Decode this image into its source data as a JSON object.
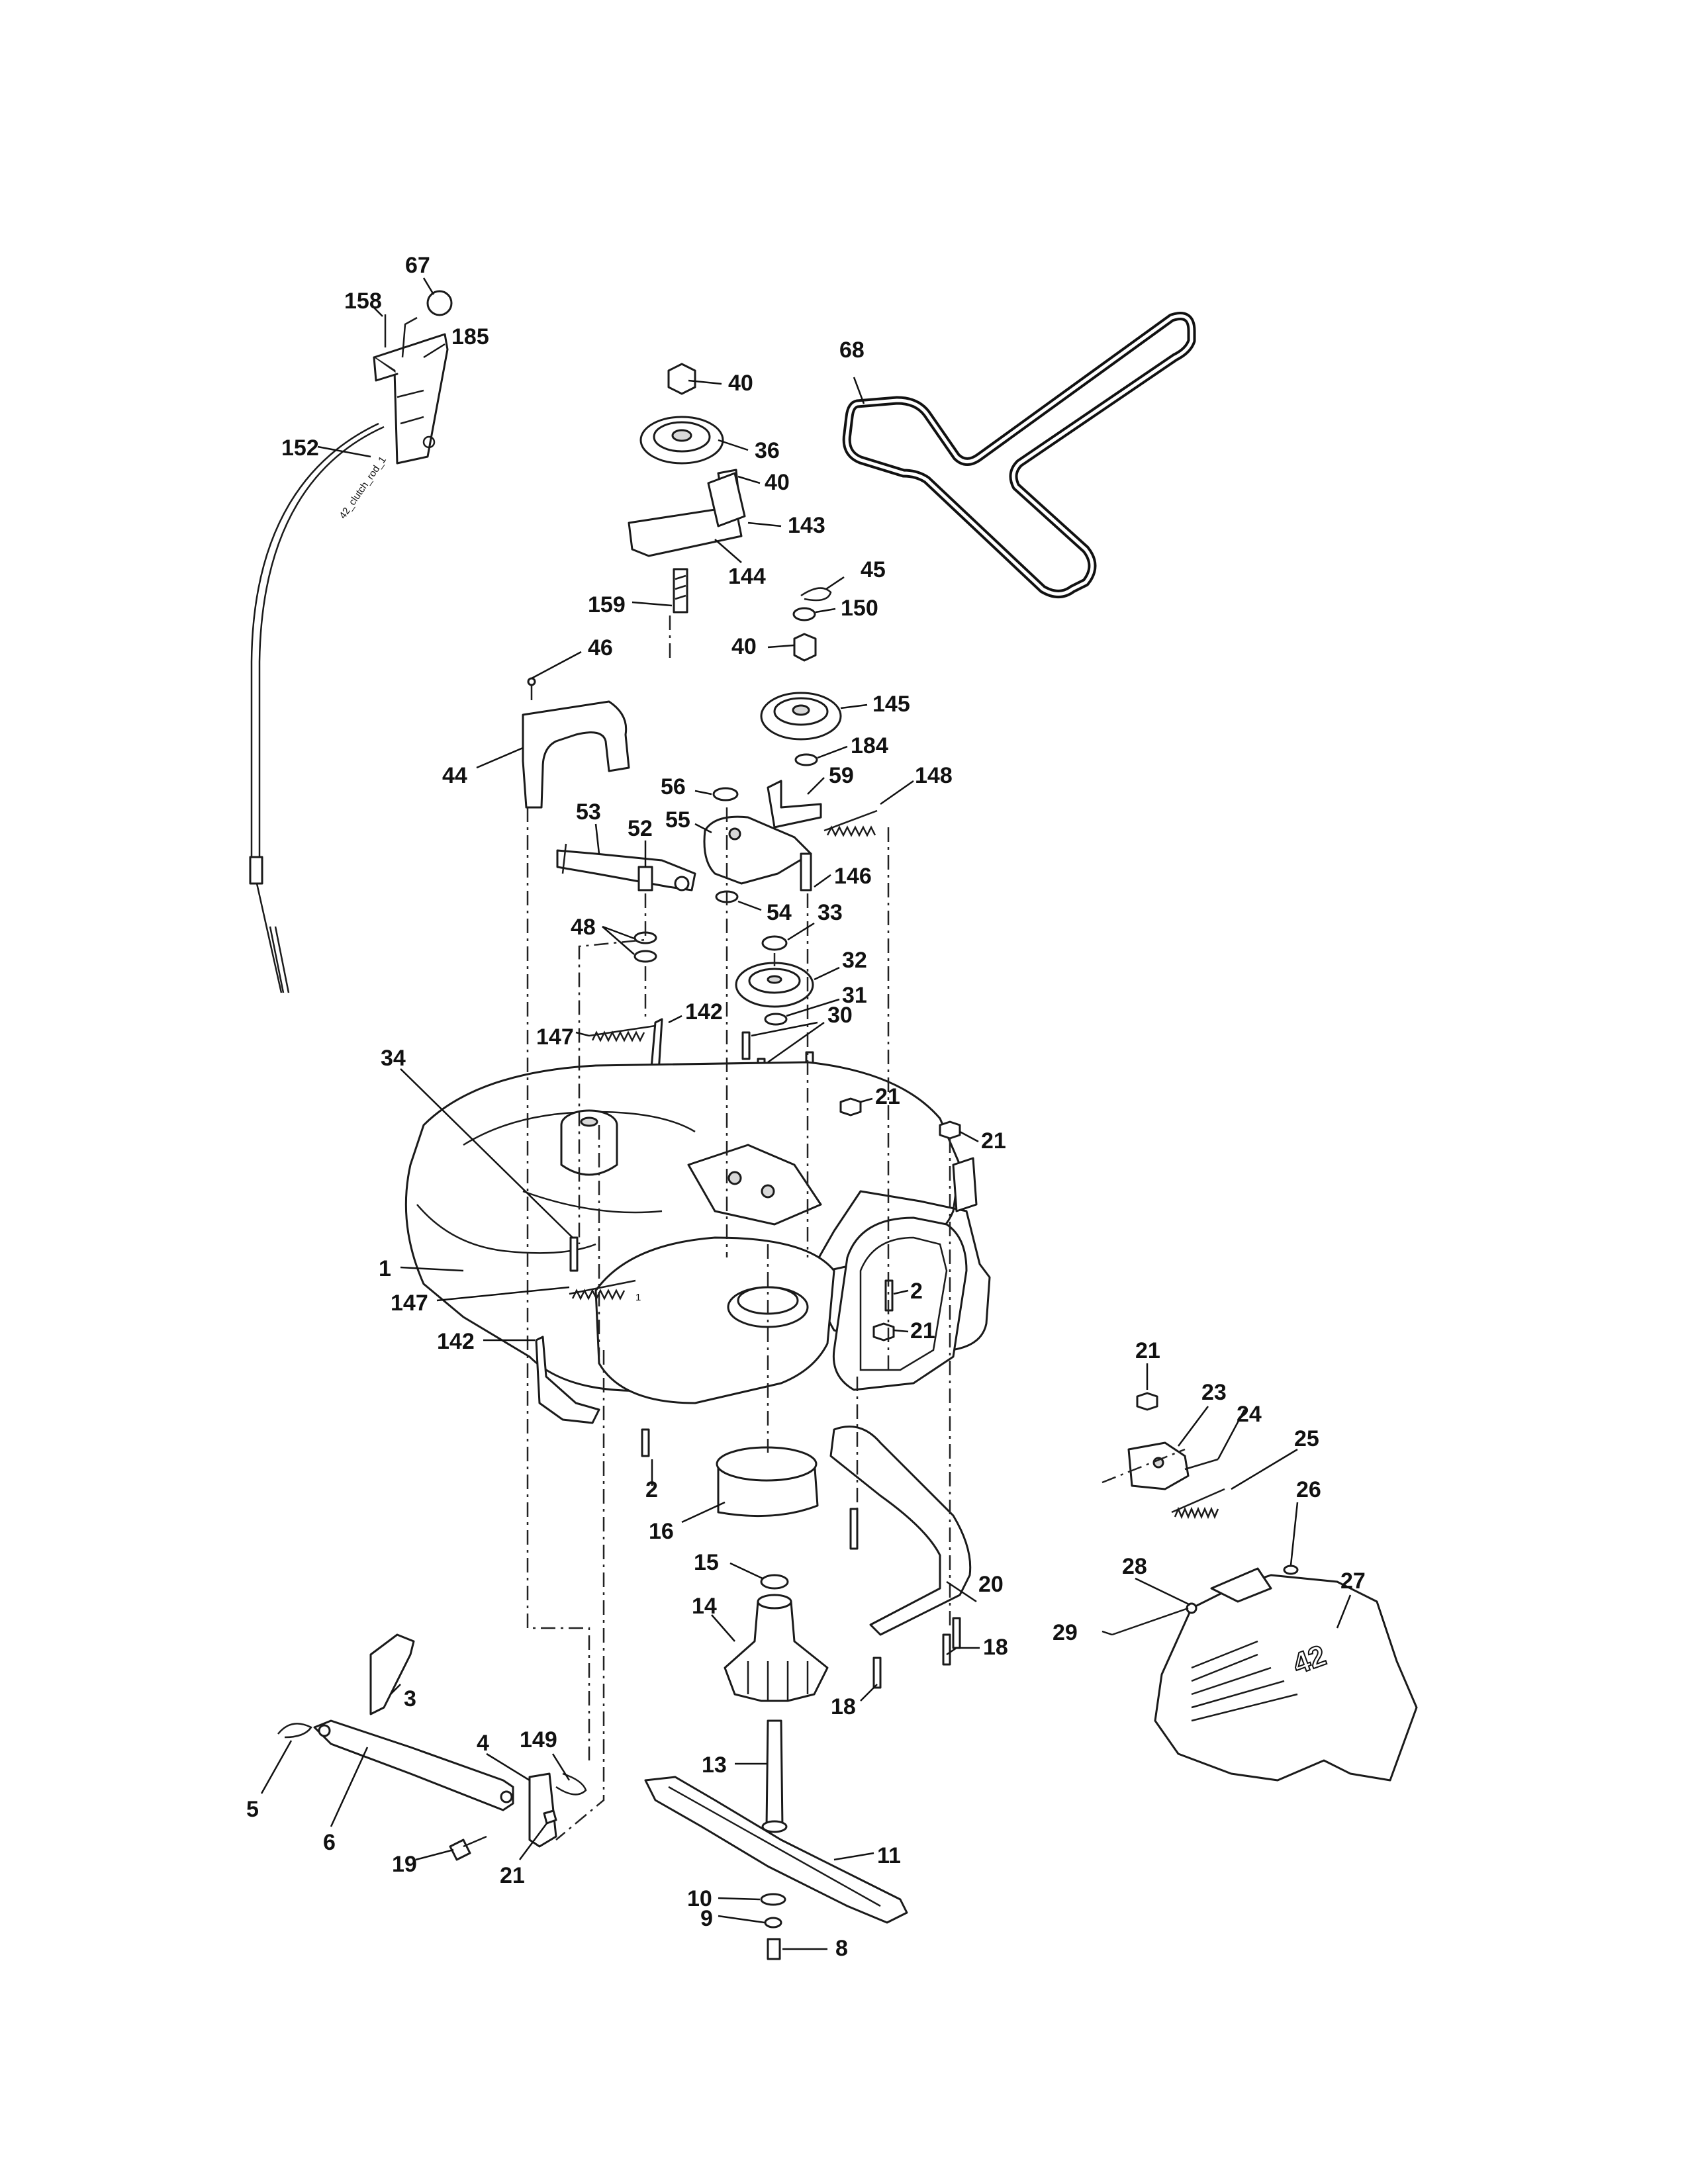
{
  "cable_tag": "42_clutch_rod_1",
  "cover_logo": "42",
  "callouts": [
    {
      "id": "c-67",
      "text": "67"
    },
    {
      "id": "c-158",
      "text": "158"
    },
    {
      "id": "c-185",
      "text": "185"
    },
    {
      "id": "c-152",
      "text": "152"
    },
    {
      "id": "c-40a",
      "text": "40"
    },
    {
      "id": "c-36",
      "text": "36"
    },
    {
      "id": "c-40b",
      "text": "40"
    },
    {
      "id": "c-143",
      "text": "143"
    },
    {
      "id": "c-144",
      "text": "144"
    },
    {
      "id": "c-159",
      "text": "159"
    },
    {
      "id": "c-68",
      "text": "68"
    },
    {
      "id": "c-45",
      "text": "45"
    },
    {
      "id": "c-150",
      "text": "150"
    },
    {
      "id": "c-40c",
      "text": "40"
    },
    {
      "id": "c-145",
      "text": "145"
    },
    {
      "id": "c-184",
      "text": "184"
    },
    {
      "id": "c-46",
      "text": "46"
    },
    {
      "id": "c-44",
      "text": "44"
    },
    {
      "id": "c-56",
      "text": "56"
    },
    {
      "id": "c-59",
      "text": "59"
    },
    {
      "id": "c-148",
      "text": "148"
    },
    {
      "id": "c-55",
      "text": "55"
    },
    {
      "id": "c-53",
      "text": "53"
    },
    {
      "id": "c-52",
      "text": "52"
    },
    {
      "id": "c-146",
      "text": "146"
    },
    {
      "id": "c-54",
      "text": "54"
    },
    {
      "id": "c-33",
      "text": "33"
    },
    {
      "id": "c-48",
      "text": "48"
    },
    {
      "id": "c-32",
      "text": "32"
    },
    {
      "id": "c-31",
      "text": "31"
    },
    {
      "id": "c-147a",
      "text": "147"
    },
    {
      "id": "c-142a",
      "text": "142"
    },
    {
      "id": "c-30",
      "text": "30"
    },
    {
      "id": "c-34",
      "text": "34"
    },
    {
      "id": "c-21a",
      "text": "21"
    },
    {
      "id": "c-21b",
      "text": "21"
    },
    {
      "id": "c-1",
      "text": "1"
    },
    {
      "id": "c-147b",
      "text": "147"
    },
    {
      "id": "c-2a",
      "text": "2"
    },
    {
      "id": "c-21c",
      "text": "21"
    },
    {
      "id": "c-142b",
      "text": "142"
    },
    {
      "id": "c-21d",
      "text": "21"
    },
    {
      "id": "c-23",
      "text": "23"
    },
    {
      "id": "c-24",
      "text": "24"
    },
    {
      "id": "c-25",
      "text": "25"
    },
    {
      "id": "c-26",
      "text": "26"
    },
    {
      "id": "c-2b",
      "text": "2"
    },
    {
      "id": "c-16",
      "text": "16"
    },
    {
      "id": "c-15",
      "text": "15"
    },
    {
      "id": "c-20",
      "text": "20"
    },
    {
      "id": "c-28",
      "text": "28"
    },
    {
      "id": "c-27",
      "text": "27"
    },
    {
      "id": "c-29",
      "text": "29"
    },
    {
      "id": "c-14",
      "text": "14"
    },
    {
      "id": "c-18a",
      "text": "18"
    },
    {
      "id": "c-18b",
      "text": "18"
    },
    {
      "id": "c-3",
      "text": "3"
    },
    {
      "id": "c-4",
      "text": "4"
    },
    {
      "id": "c-149",
      "text": "149"
    },
    {
      "id": "c-13",
      "text": "13"
    },
    {
      "id": "c-5",
      "text": "5"
    },
    {
      "id": "c-6",
      "text": "6"
    },
    {
      "id": "c-11",
      "text": "11"
    },
    {
      "id": "c-19",
      "text": "19"
    },
    {
      "id": "c-21e",
      "text": "21"
    },
    {
      "id": "c-10",
      "text": "10"
    },
    {
      "id": "c-9",
      "text": "9"
    },
    {
      "id": "c-8",
      "text": "8"
    }
  ]
}
